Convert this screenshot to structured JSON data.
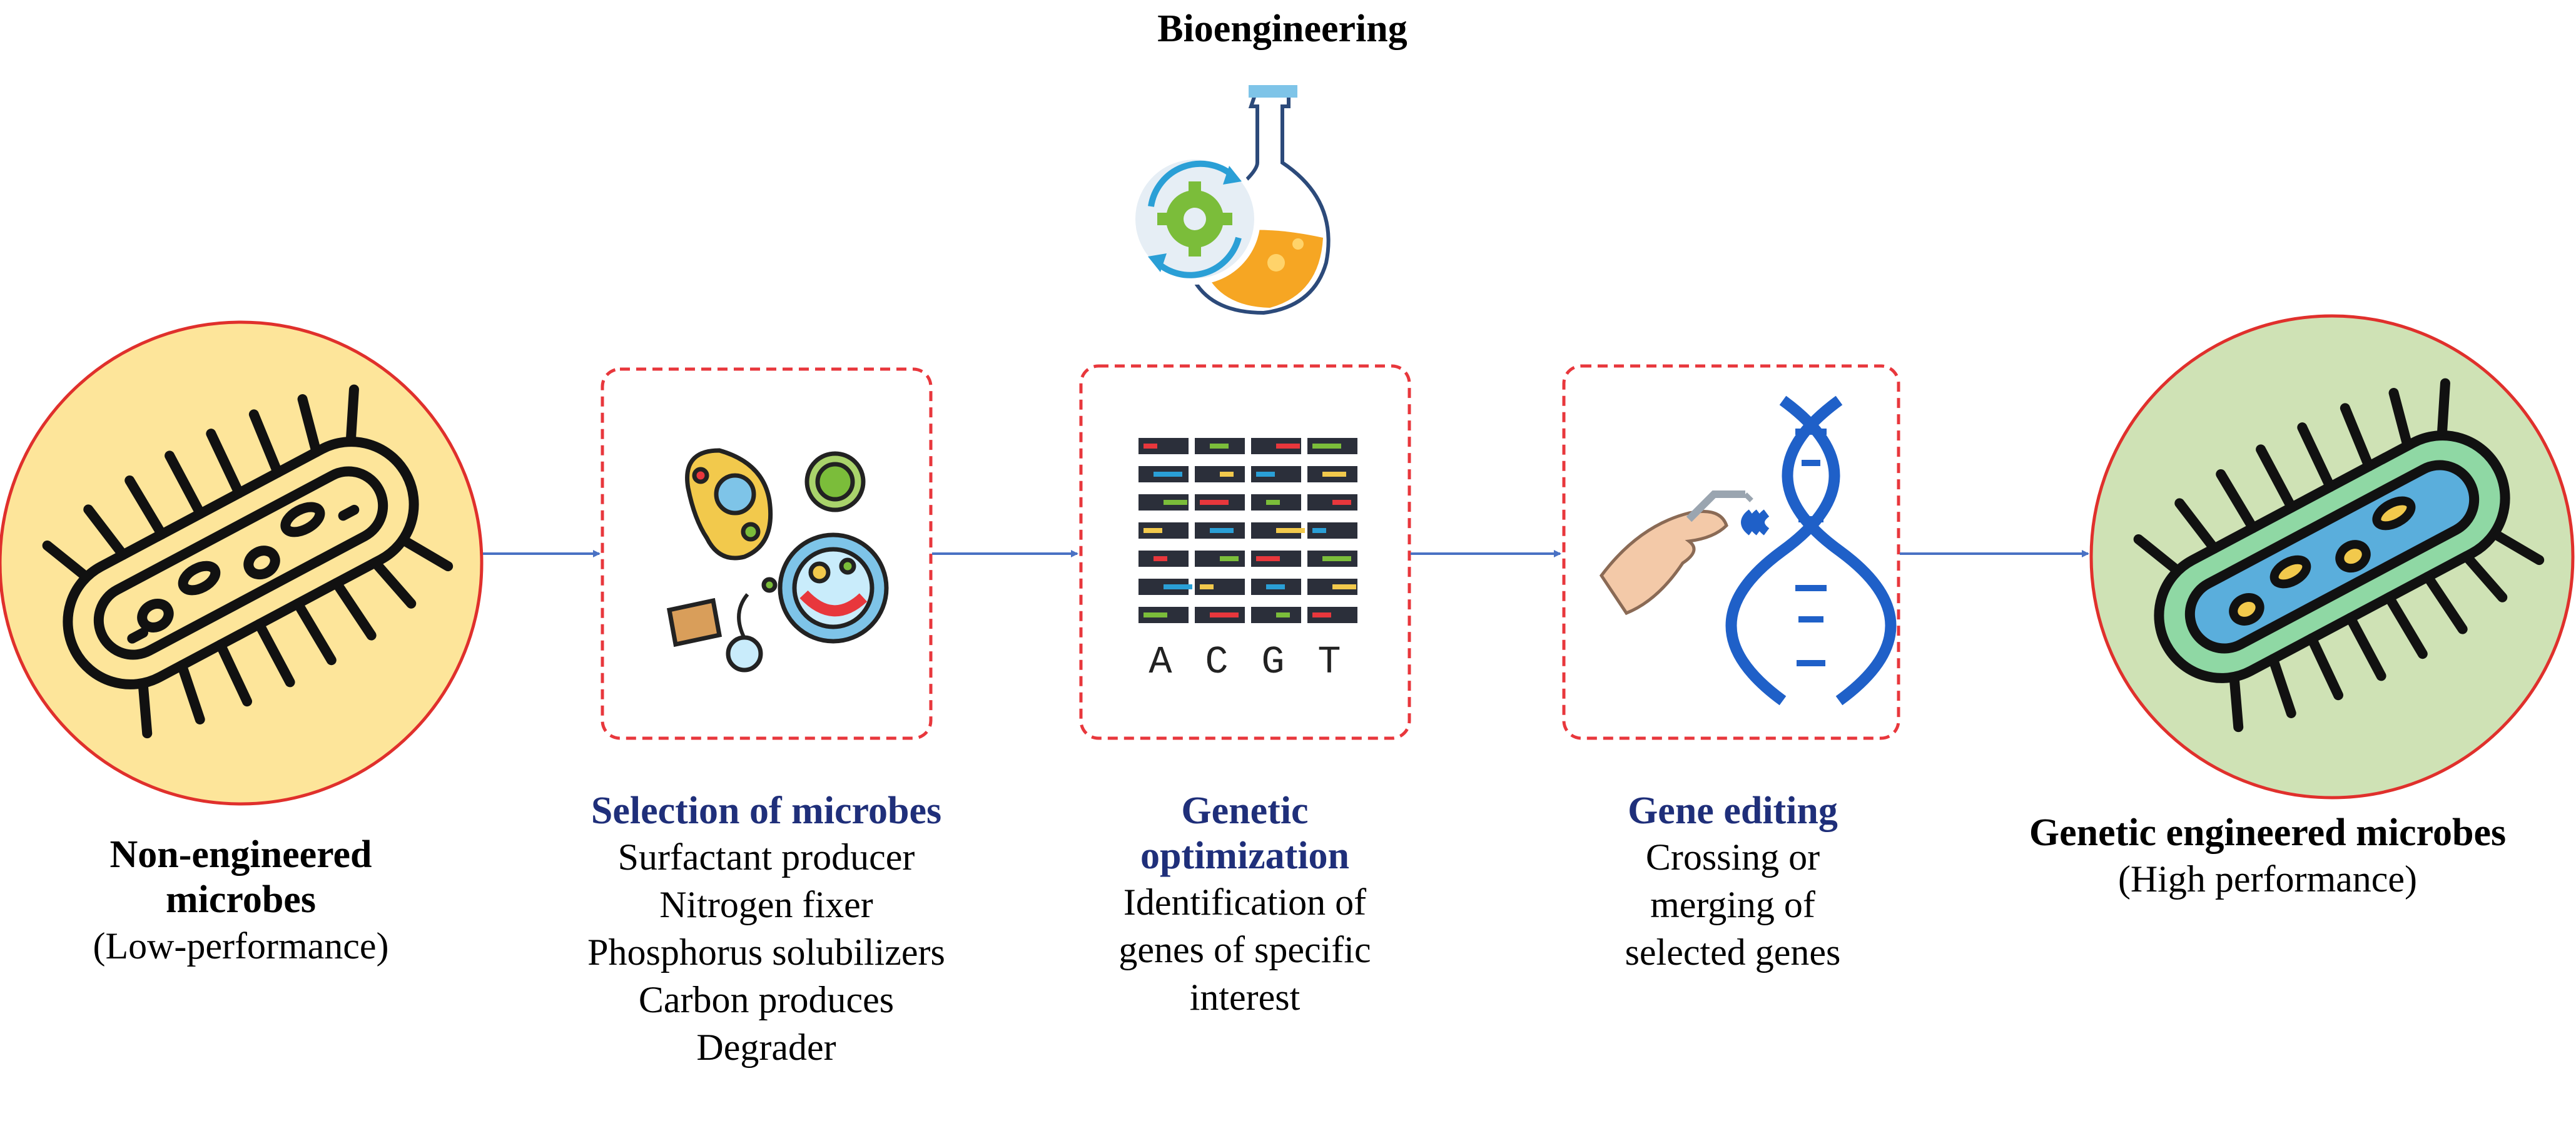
{
  "title": "Bioengineering",
  "colors": {
    "arrow": "#4a72c4",
    "dashed_box": "#e8373c",
    "start_circle_fill": "#fde59a",
    "end_circle_fill": "#cfe2b5",
    "circle_stroke": "#e0302c",
    "heading_blue": "#1f2f7a"
  },
  "stages": [
    {
      "name": "Non-engineered microbes",
      "subtitle": "(Low-performance)",
      "icon": "microbe-icon"
    },
    {
      "heading": "Selection of microbes",
      "items": [
        "Surfactant producer",
        "Nitrogen fixer",
        "Phosphorus solubilizers",
        "Carbon produces",
        "Degrader"
      ],
      "icon": "microorganisms-icon"
    },
    {
      "heading_line1": "Genetic",
      "heading_line2": "optimization",
      "lines": [
        "Identification of",
        "genes of specific",
        "interest"
      ],
      "icon": "dna-sequence-icon"
    },
    {
      "heading": "Gene editing",
      "lines": [
        "Crossing or",
        "merging of",
        "selected genes"
      ],
      "icon": "gene-editing-icon"
    },
    {
      "name": "Genetic engineered microbes",
      "subtitle": "(High performance)",
      "icon": "engineered-microbe-icon"
    }
  ],
  "sequence_letters": [
    "A",
    "C",
    "G",
    "T"
  ],
  "title_icon": "flask-gear-icon"
}
